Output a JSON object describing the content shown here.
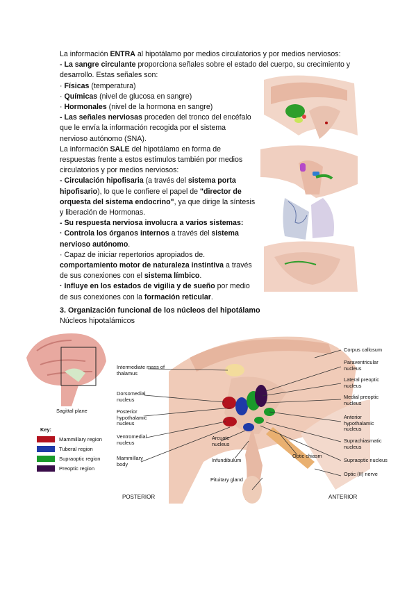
{
  "text": {
    "p1_pre": "La información ",
    "p1_b": "ENTRA",
    "p1_post": " al hipotálamo por medios circulatorios y por medios nerviosos:",
    "p2_b": "- La sangre circulante",
    "p2_post": " proporciona señales sobre el estado del cuerpo, su crecimiento y desarrollo.  Estas señales son:",
    "p3_pre": "· ",
    "p3_b": "Físicas",
    "p3_post": " (temperatura)",
    "p4_pre": "· ",
    "p4_b": "Químicas",
    "p4_post": " (nivel de glucosa en sangre)",
    "p5_pre": "· ",
    "p5_b": "Hormonales",
    "p5_post": " (nivel de la hormona en sangre)",
    "p6_b": "- Las señales nerviosas",
    "p6_post": " proceden del tronco del encéfalo que le envía la información recogida por el sistema nervioso autónomo (SNA).",
    "p7_pre": "La información ",
    "p7_b": "SALE",
    "p7_post": " del hipotálamo en forma de respuestas frente a estos estímulos también por medios circulatorios y por medios nerviosos:",
    "p8_b1": "- Circulación hipofisaria",
    "p8_mid1": " (a través del ",
    "p8_b2": "sistema porta hipofisario",
    "p8_mid2": "), lo que le confiere el papel de ",
    "p8_b3": "\"director de orquesta del sistema endocrino\"",
    "p8_post": ", ya que dirige la síntesis y liberación de Hormonas.",
    "p9_b": "- Su respuesta nerviosa involucra a varios sistemas:",
    "p10_b1": "· Controla los órganos internos",
    "p10_mid": " a través del ",
    "p10_b2": "sistema nervioso autónomo",
    "p10_post": ".",
    "p11": "· Capaz de iniciar repertorios apropiados de.",
    "p12_b": "comportamiento motor de naturaleza instintiva",
    "p12_mid": " a través de sus conexiones con el ",
    "p12_b2": "sistema límbico",
    "p12_post": ".",
    "p13_b1": "· Influye en los estados de vigilia y de sueño",
    "p13_mid": " por medio de sus conexiones con la ",
    "p13_b2": "formación reticular",
    "p13_post": ".",
    "section_title": "3. Organización funcional de los núcleos del hipotálamo",
    "section_sub": "Núcleos hipotalámicos"
  },
  "figure": {
    "labels_left": [
      "Intermediate mass of thalamus",
      "Dorsomedial nucleus",
      "Posterior hypothalamic nucleus",
      "Ventromedial nucleus",
      "Mammillary body"
    ],
    "labels_right": [
      "Corpus callosum",
      "Paraventricular nucleus",
      "Lateral preoptic nucleus",
      "Medial preoptic nucleus",
      "Anterior hypothalamic nucleus",
      "Suprachiasmatic nucleus",
      "Supraoptic nucleus",
      "Optic (II) nerve"
    ],
    "labels_bottom": [
      "Arcuate nucleus",
      "Infundibulum",
      "Optic chiasm",
      "Pituitary gland"
    ],
    "sagittal": "Sagittal plane",
    "posterior": "POSTERIOR",
    "anterior": "ANTERIOR",
    "key_title": "Key:",
    "key": [
      {
        "label": "Mammillary region",
        "color": "#b3131e"
      },
      {
        "label": "Tuberal region",
        "color": "#1f3aa8"
      },
      {
        "label": "Supraoptic region",
        "color": "#1a9a2a"
      },
      {
        "label": "Preoptic region",
        "color": "#3a0d4a"
      }
    ]
  }
}
